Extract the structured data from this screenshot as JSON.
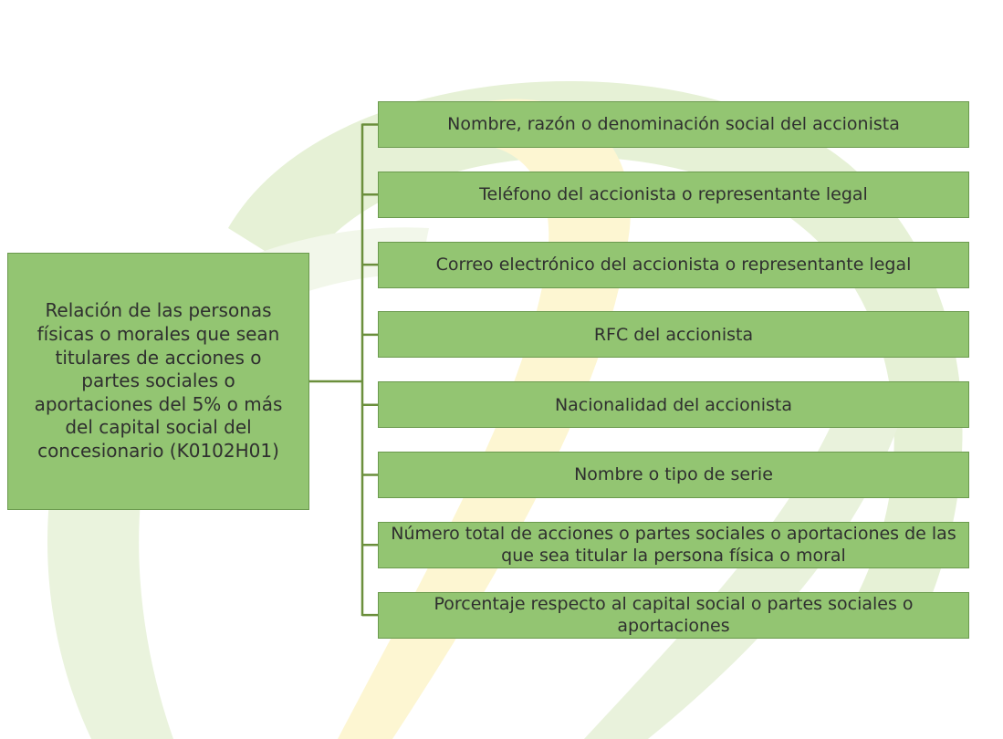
{
  "root": {
    "label": "Relación de las personas físicas o morales que sean titulares de acciones o partes sociales o aportaciones del 5% o más del capital social del concesionario (K0102H01)"
  },
  "children": [
    {
      "label": "Nombre, razón o denominación social del accionista"
    },
    {
      "label": "Teléfono del accionista o representante legal"
    },
    {
      "label": "Correo electrónico del accionista o representante legal"
    },
    {
      "label": "RFC del accionista"
    },
    {
      "label": "Nacionalidad del accionista"
    },
    {
      "label": "Nombre o tipo de serie"
    },
    {
      "label": "Número total de acciones o partes sociales o aportaciones de las que sea titular la persona física o moral"
    },
    {
      "label": "Porcentaje respecto al capital social o partes sociales o aportaciones"
    }
  ],
  "colors": {
    "box_fill": "#93c572",
    "box_border": "#6b9a4e",
    "connector": "#6b8f3c",
    "text": "#2f2f2f",
    "watermark_green": "#e6f1d6",
    "watermark_yellow": "#fdf6d2"
  }
}
